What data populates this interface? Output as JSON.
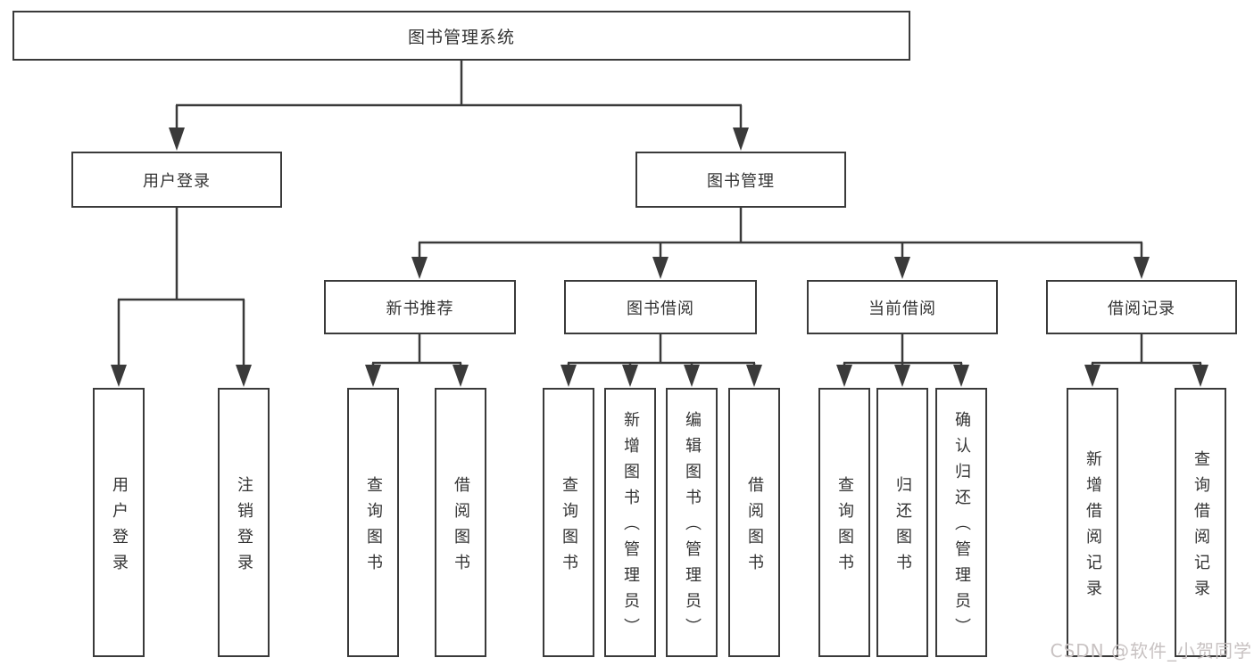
{
  "tree": {
    "label": "图书管理系统",
    "children": [
      {
        "label": "用户登录",
        "children": [
          {
            "label": "用户登录"
          },
          {
            "label": "注销登录"
          }
        ]
      },
      {
        "label": "图书管理",
        "children": [
          {
            "label": "新书推荐",
            "children": [
              {
                "label": "查询图书"
              },
              {
                "label": "借阅图书"
              }
            ]
          },
          {
            "label": "图书借阅",
            "children": [
              {
                "label": "查询图书"
              },
              {
                "label": "新增图书（管理员）"
              },
              {
                "label": "编辑图书（管理员）"
              },
              {
                "label": "借阅图书"
              }
            ]
          },
          {
            "label": "当前借阅",
            "children": [
              {
                "label": "查询图书"
              },
              {
                "label": "归还图书"
              },
              {
                "label": "确认归还（管理员）"
              }
            ]
          },
          {
            "label": "借阅记录",
            "children": [
              {
                "label": "新增借阅记录"
              },
              {
                "label": "查询借阅记录"
              }
            ]
          }
        ]
      }
    ]
  },
  "watermark": {
    "text": "CSDN @软件_小贺同学"
  },
  "colors": {
    "line": "#3a3a3a",
    "box_border": "#3a3a3a",
    "box_fill": "#ffffff",
    "text": "#333333",
    "watermark": "#c8c2c2",
    "background": "#ffffff"
  }
}
